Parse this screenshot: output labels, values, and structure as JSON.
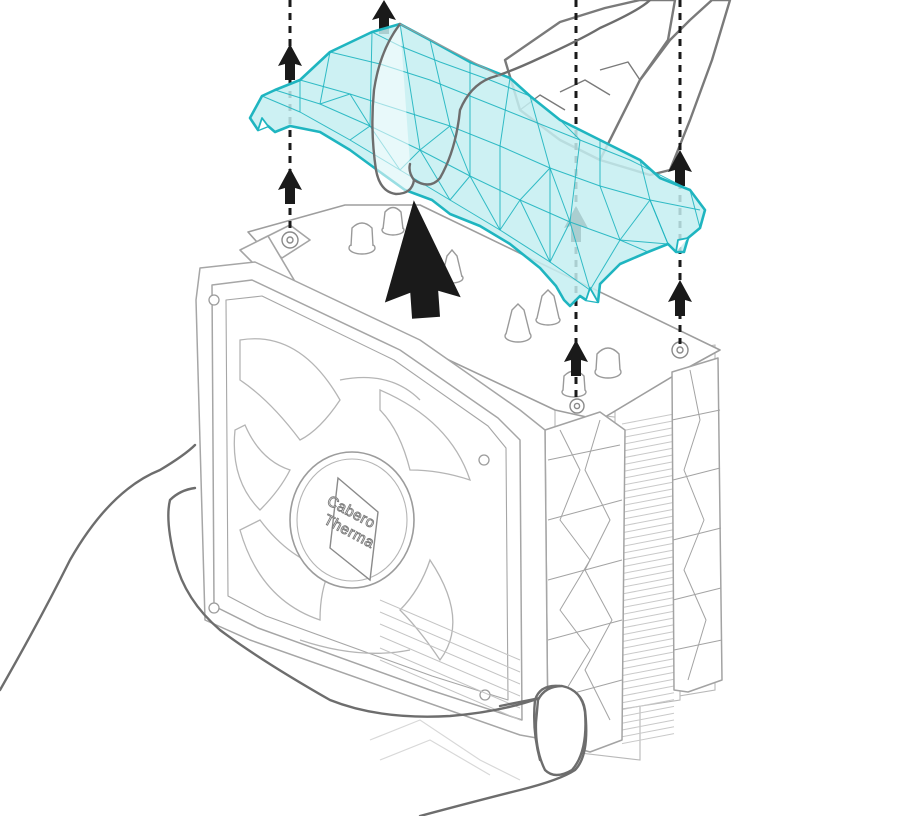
{
  "figure": {
    "logo": {
      "line1": "Cabero",
      "line2": "Therma"
    },
    "colors": {
      "cover_stroke": "#1fb5c0",
      "cover_fill": "#bfeef0",
      "line_art": "#9a9a9a",
      "hand_outline": "#6f6f6f",
      "arrow": "#1a1a1a"
    },
    "icons": {
      "main_arrow": "lift-up-arrow",
      "guide_arrows": "dashed-up-arrows"
    }
  }
}
